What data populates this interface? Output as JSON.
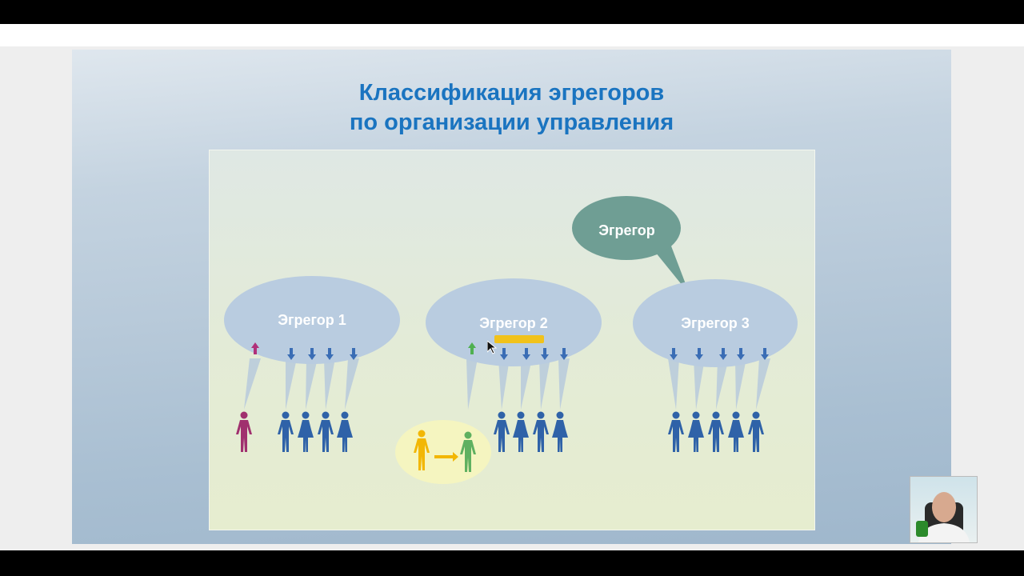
{
  "slide": {
    "title_line1": "Классификация эгрегоров",
    "title_line2": "по организации управления",
    "top_egregor": "Эгрегор",
    "egregors": [
      "Эгрегор 1",
      "Эгрегор 2",
      "Эгрегор 3"
    ]
  },
  "colors": {
    "title": "#1a74c0",
    "ellipse": "#b9cce0",
    "top_ellipse": "#6f9e94",
    "person_blue": "#2f62a8",
    "person_magenta": "#a0306e",
    "person_yellow": "#f2b705",
    "person_green": "#5fb060",
    "arrow_down": "#3a6db5",
    "arrow_up_magenta": "#b0307a",
    "arrow_up_green": "#4fb050",
    "highlight": "#f5f5c0"
  },
  "overlay": {
    "cursor_icon": "arrow-cursor-icon",
    "webcam": "presenter-webcam",
    "mic_icon": "microphone-icon"
  }
}
